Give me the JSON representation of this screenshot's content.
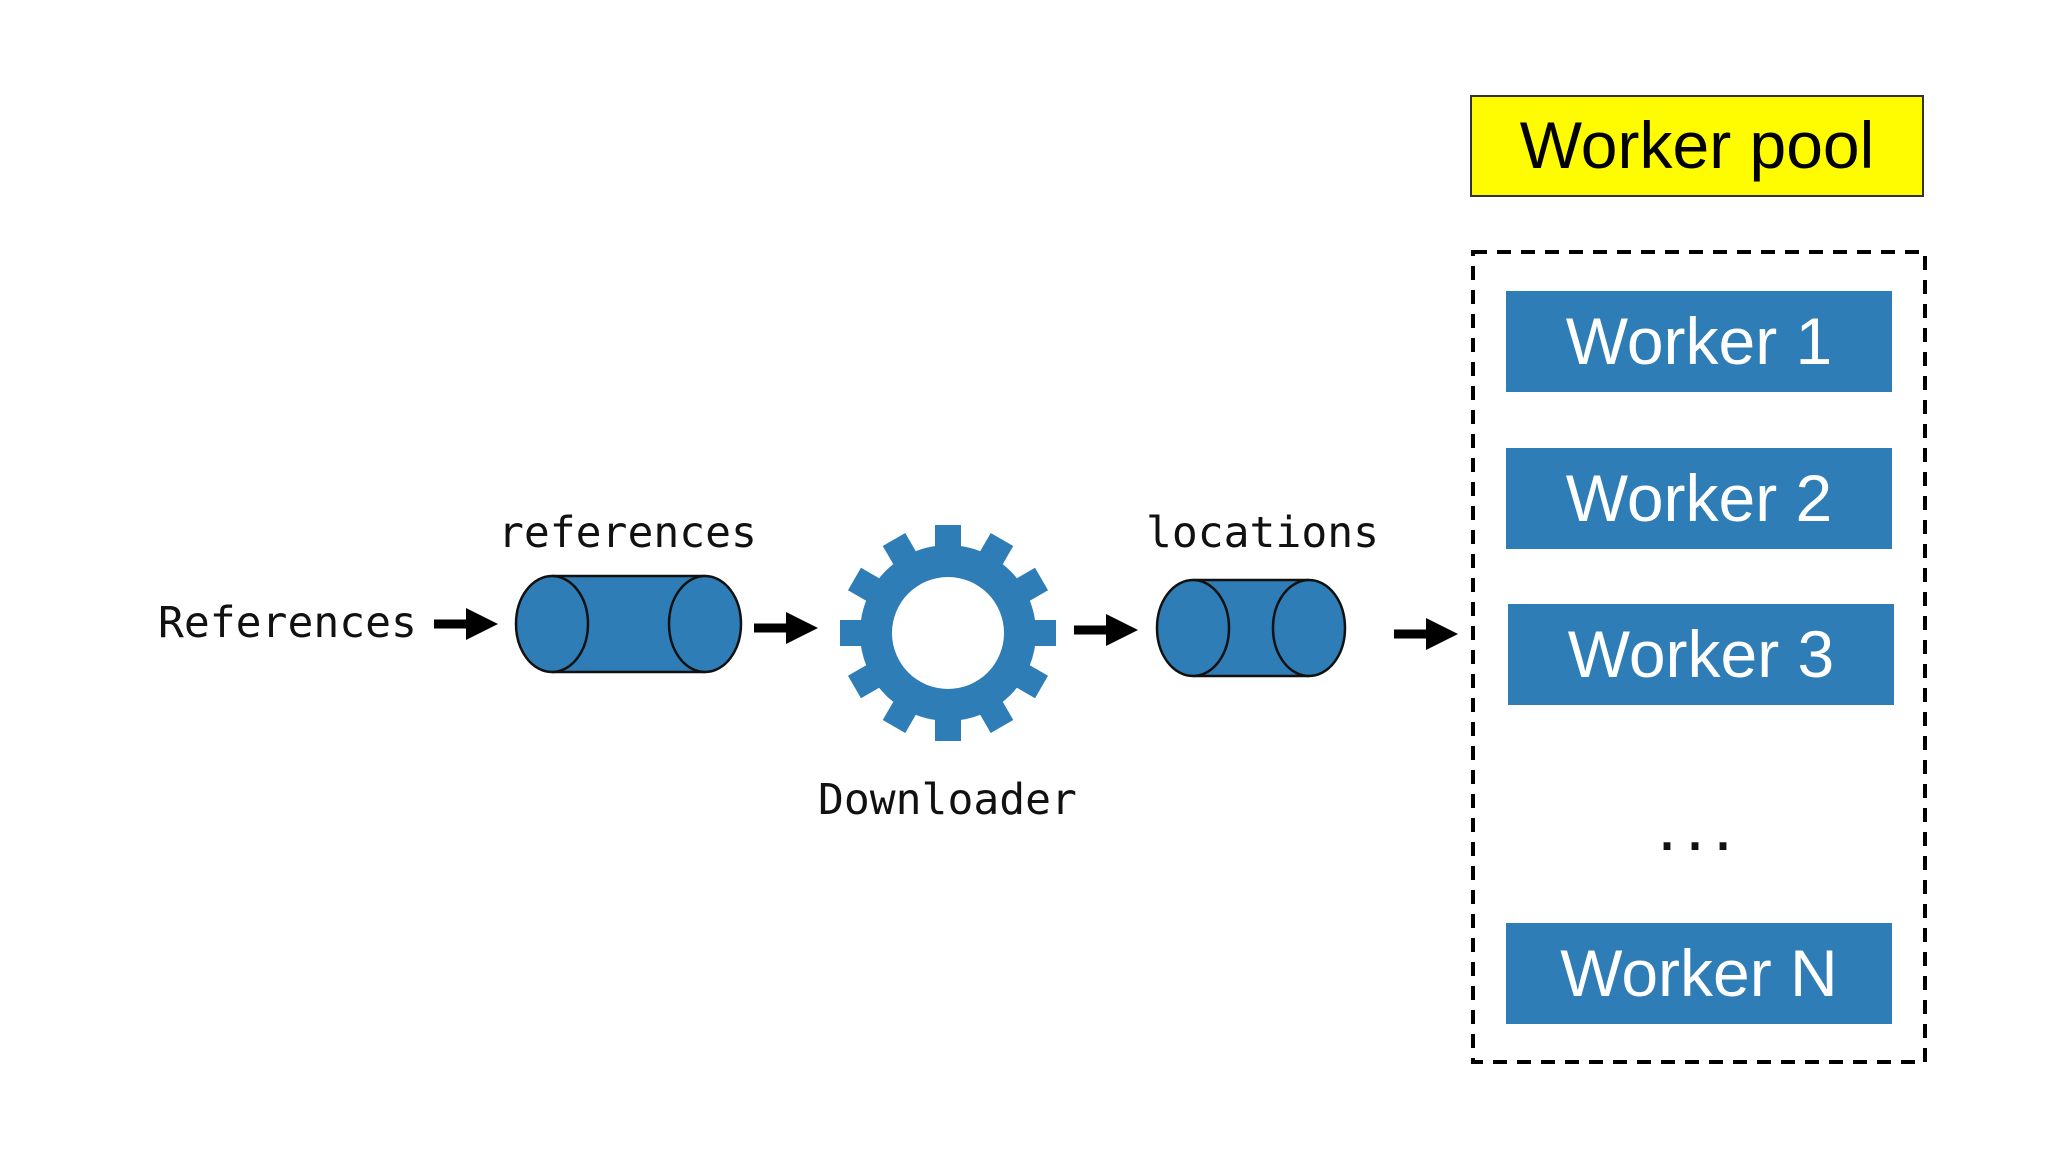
{
  "colors": {
    "accent": "#2e7db6",
    "title_bg": "#fffb00",
    "background": "#ffffff",
    "stroke": "#111111"
  },
  "input": {
    "label": "References"
  },
  "queues": [
    {
      "label": "references"
    },
    {
      "label": "locations"
    }
  ],
  "processor": {
    "label": "Downloader",
    "icon": "gear-icon"
  },
  "pool": {
    "title": "Worker pool",
    "workers": [
      "Worker 1",
      "Worker 2",
      "Worker 3",
      "Worker N"
    ],
    "ellipsis": "..."
  }
}
